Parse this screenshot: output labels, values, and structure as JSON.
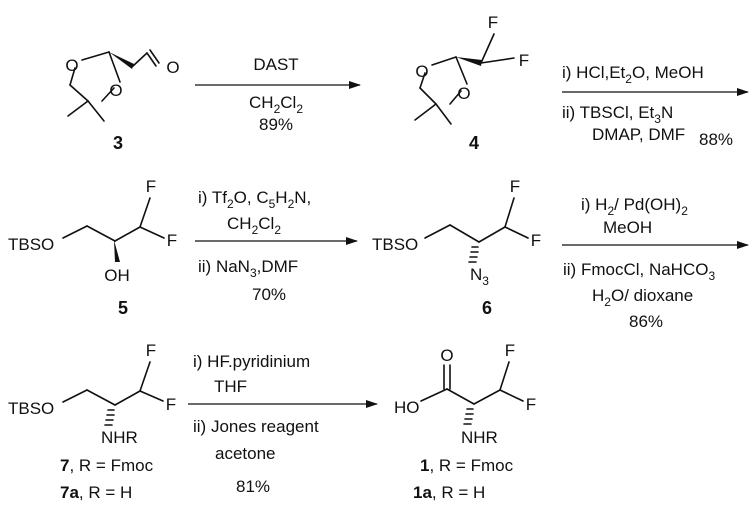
{
  "atoms": {
    "O": "O",
    "F": "F",
    "HO": "HO",
    "OH": "OH",
    "TBSO": "TBSO",
    "NHR": "NHR",
    "N": "N",
    "N_sub": "3"
  },
  "compounds": {
    "c3": "3",
    "c4": "4",
    "c5": "5",
    "c6": "6",
    "c7": "7",
    "c7_r": ", R = Fmoc",
    "c7a": "7a",
    "c7a_r": ", R = H",
    "c1": "1",
    "c1_r": ", R = Fmoc",
    "c1a": "1a",
    "c1a_r": ", R = H"
  },
  "reactions": {
    "r1": {
      "above": "DAST",
      "below_main": "CH",
      "below_sub1": "2",
      "below_cl": "Cl",
      "below_sub2": "2",
      "yield": "89%"
    },
    "r2": {
      "l1_a": "i) HCl,Et",
      "l1_sub": "2",
      "l1_b": "O, MeOH",
      "l2_a": "ii) TBSCl, Et",
      "l2_sub": "3",
      "l2_b": "N",
      "l3": "DMAP, DMF",
      "yield": "88%"
    },
    "r3": {
      "l1_a": "i) Tf",
      "l1_sub1": "2",
      "l1_b": "O, C",
      "l1_sub2": "5",
      "l1_c": "H",
      "l1_sub3": "2",
      "l1_d": "N,",
      "l2_a": "CH",
      "l2_sub1": "2",
      "l2_b": "Cl",
      "l2_sub2": "2",
      "l3": "ii) NaN",
      "l3_sub": "3",
      "l3_b": ",DMF",
      "yield": "70%"
    },
    "r4": {
      "l1_a": "i) H",
      "l1_sub": "2",
      "l1_b": "/ Pd(OH)",
      "l1_sub2": "2",
      "l2": "MeOH",
      "l3_a": "ii) FmocCl, NaHCO",
      "l3_sub": "3",
      "l4_a": "H",
      "l4_sub": "2",
      "l4_b": "O/ dioxane",
      "yield": "86%"
    },
    "r5": {
      "l1": "i) HF.pyridinium",
      "l2": "THF",
      "l3": "ii) Jones reagent",
      "l4": "acetone",
      "yield": "81%"
    }
  }
}
